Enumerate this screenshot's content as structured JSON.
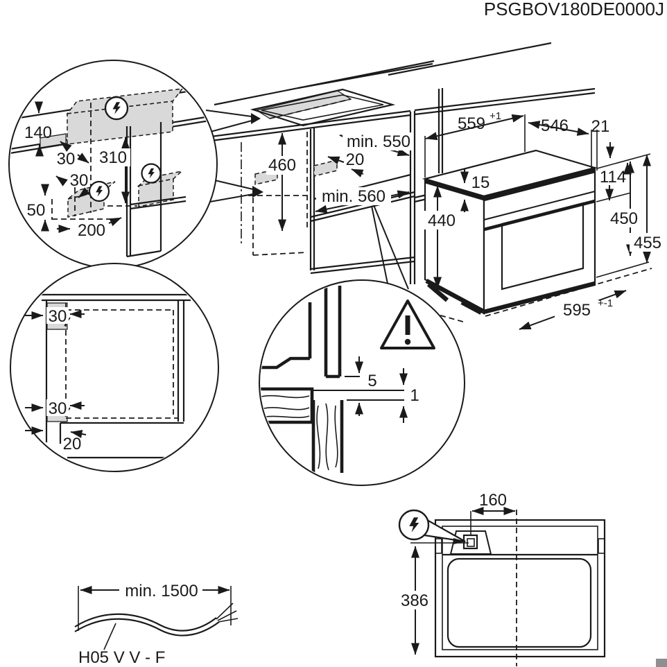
{
  "title": "PSGBOV180DE0000J",
  "colors": {
    "line": "#1a1a1a",
    "shade": "#d9d9d9",
    "corner": "#8f8f8f"
  },
  "icons": {
    "power": "lightning-bolt-icon",
    "warning": "warning-triangle-icon"
  },
  "detail_top_left": {
    "height_140": "140",
    "offset_30_top": "30",
    "height_310": "310",
    "offset_30_mid": "30",
    "height_50": "50",
    "width_200": "200"
  },
  "cabinet": {
    "niche_height": "460",
    "depth": "min. 550",
    "clearance": "20",
    "width": "min. 560"
  },
  "oven": {
    "width_top": "559",
    "width_top_tol": "+1",
    "depth_body": "546",
    "door_gap": "21",
    "top_clearance": "15",
    "height_body": "440",
    "panel_height": "114",
    "height_450": "450",
    "height_455": "455",
    "width_front": "595",
    "width_front_tol": "+-1"
  },
  "detail_bottom_left": {
    "offset_top": "30",
    "offset_bottom": "30",
    "plinth_recess": "20"
  },
  "detail_gap": {
    "gap_rear": "5",
    "gap_front": "1"
  },
  "top_view": {
    "conduit_offset": "160",
    "conduit_depth": "386"
  },
  "cable": {
    "length": "min. 1500",
    "type": "H05 V V - F"
  }
}
